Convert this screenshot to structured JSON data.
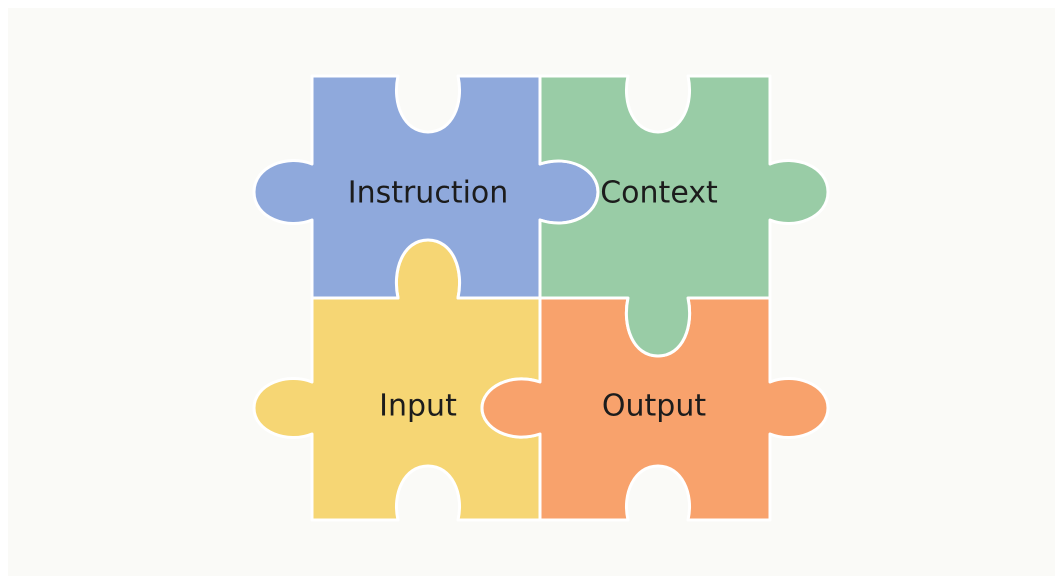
{
  "pieces": {
    "instruction": {
      "label": "Instruction",
      "color": "#8fa9dc"
    },
    "context": {
      "label": "Context",
      "color": "#99cca6"
    },
    "input": {
      "label": "Input",
      "color": "#f6d674"
    },
    "output": {
      "label": "Output",
      "color": "#f8a26c"
    }
  }
}
